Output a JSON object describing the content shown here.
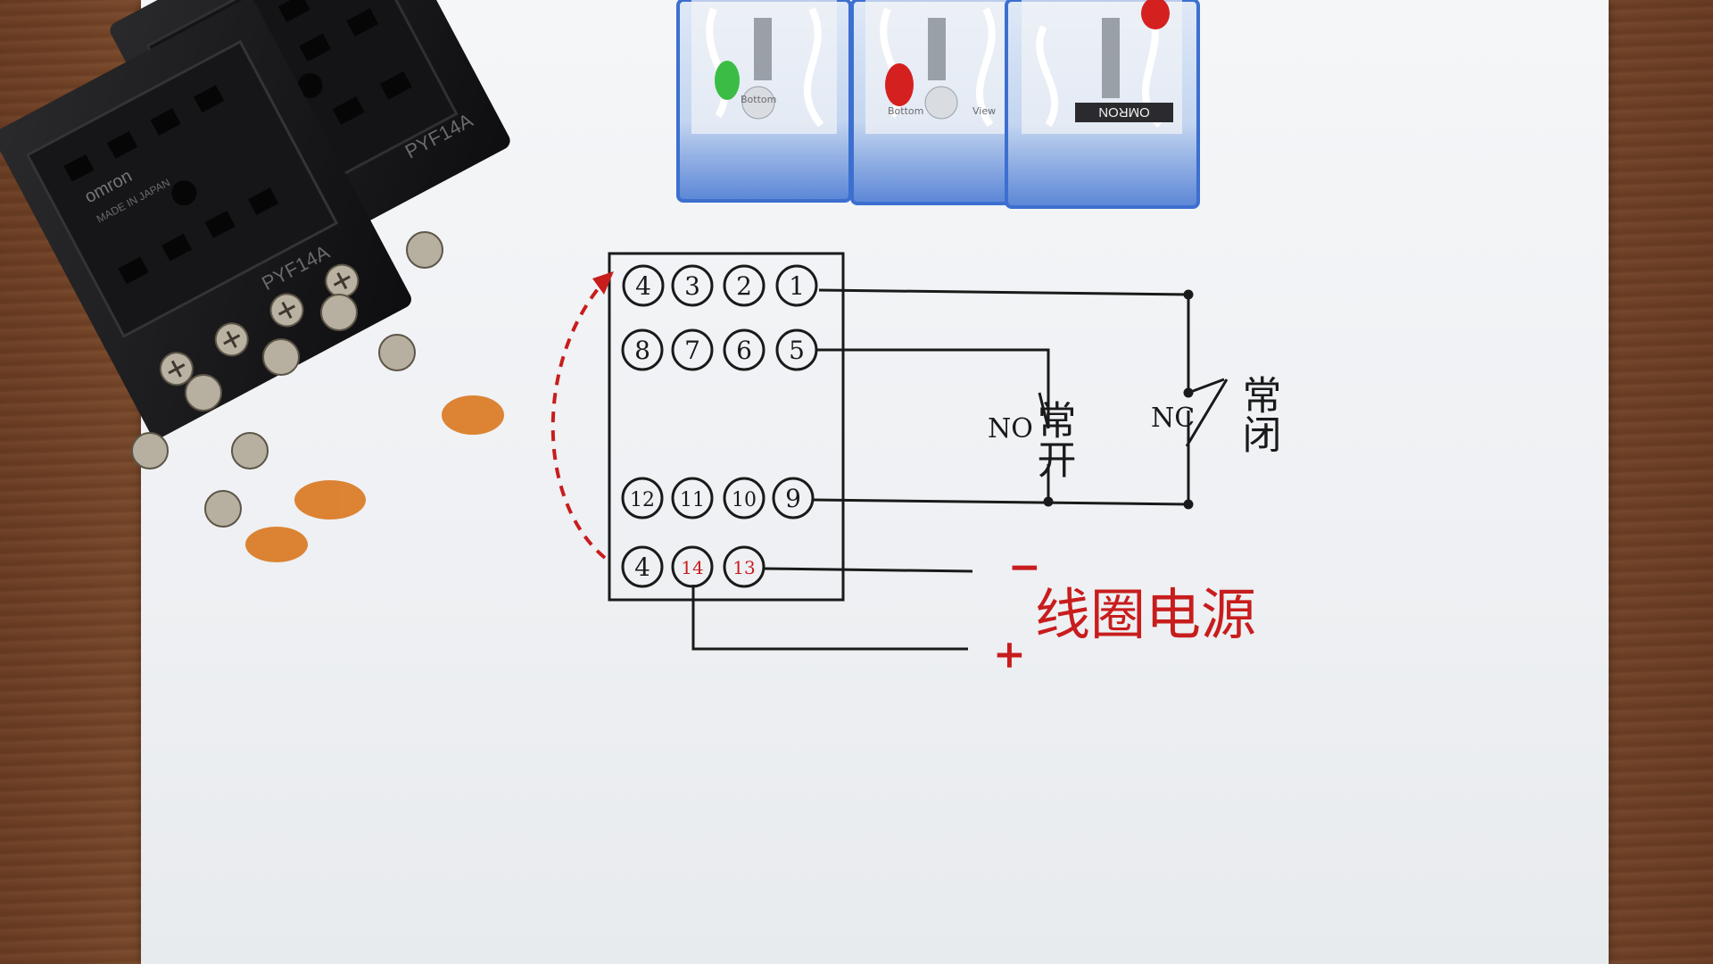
{
  "diagram": {
    "upper_terminals": [
      "4",
      "3",
      "2",
      "1"
    ],
    "middle_terminals": [
      "8",
      "7",
      "6",
      "5"
    ],
    "lower_terminals": [
      "12",
      "11",
      "10",
      "9"
    ],
    "coil_terminals": [
      "4",
      "14",
      "13"
    ],
    "no_label": "NO",
    "no_chinese": "常开",
    "nc_label": "NC",
    "nc_chinese": "常闭",
    "minus_sign": "−",
    "plus_sign": "+",
    "coil_power_label": "线圈电源"
  },
  "socket_labels": {
    "brand": "omron",
    "made_in": "MADE IN JAPAN",
    "model_a": "PYF14A",
    "model_b": "PYF14A"
  },
  "relay_labels": {
    "brand": "OMRON",
    "bottom_text_left": "Bottom",
    "bottom_text_mid": "Bottom",
    "bottom_text_right": "View"
  },
  "colors": {
    "ink": "#1a1a1a",
    "red_ink": "#c81d1d",
    "paper": "#f2f4f6",
    "socket": "#1b1b1d",
    "relay_blue": "#3c6fd0"
  }
}
